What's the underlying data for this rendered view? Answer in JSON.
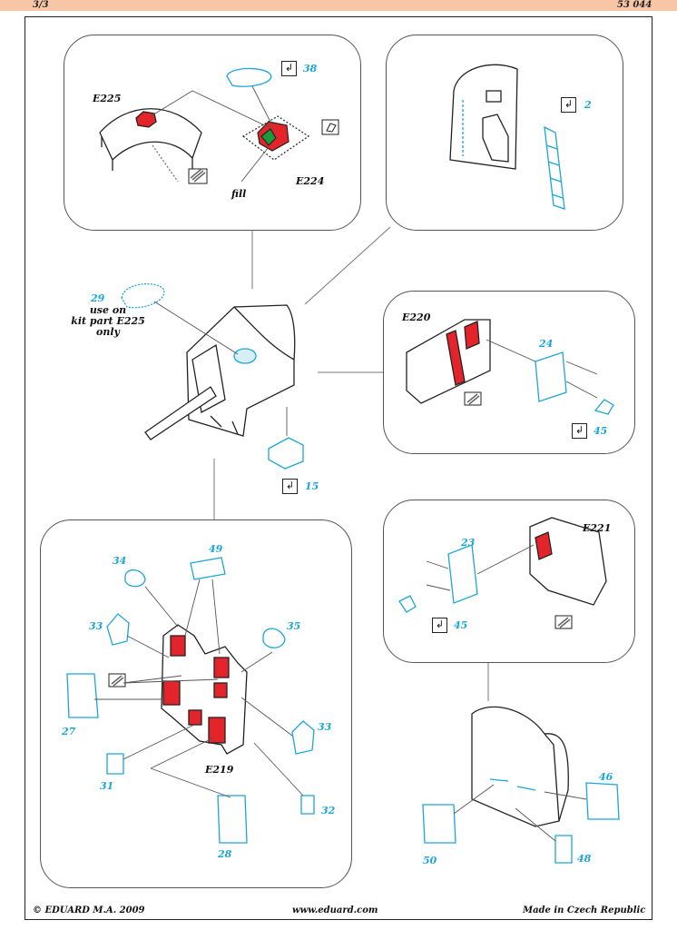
{
  "header": {
    "page": "3/3",
    "code": "53 044"
  },
  "footer": {
    "copyright": "© EDUARD  M.A. 2009",
    "website": "www.eduard.com",
    "origin": "Made in Czech Republic"
  },
  "panel_top_left": {
    "label_e225": "E225",
    "label_e224": "E224",
    "label_fill": "fill",
    "part_38": "38"
  },
  "panel_top_right": {
    "part_2": "2"
  },
  "center": {
    "part_29": "29",
    "note": "use on\nkit part E225\nonly",
    "part_15": "15"
  },
  "panel_e220": {
    "label": "E220",
    "part_24": "24",
    "part_45": "45"
  },
  "panel_e221": {
    "label": "E221",
    "part_23": "23",
    "part_45": "45"
  },
  "panel_e219": {
    "label": "E219",
    "parts": [
      "34",
      "49",
      "33",
      "35",
      "27",
      "33",
      "31",
      "32",
      "28"
    ]
  },
  "bottom_right": {
    "part_46": "46",
    "part_50": "50",
    "part_48": "48"
  },
  "icons": {
    "step": "bend-arrow-icon",
    "sand": "sand-icon",
    "cut": "cut-icon"
  },
  "colors": {
    "etch": "#1ba7d6",
    "paint_red": "#e3242b",
    "paint_green": "#1a9a3a",
    "topbar": "#f7c6a6"
  }
}
